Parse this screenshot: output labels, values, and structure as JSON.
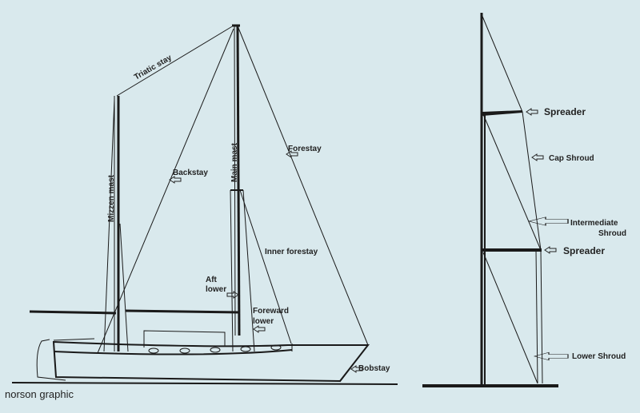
{
  "left_diagram": {
    "labels": {
      "triatic_stay": "Triatic stay",
      "mizzen_mast": "Mizzen mast",
      "main_mast": "Main mast",
      "backstay": "Backstay",
      "forestay": "Forestay",
      "inner_forestay": "Inner forestay",
      "aft_lower_1": "Aft",
      "aft_lower_2": "lower",
      "foreward_lower_1": "Foreward",
      "foreward_lower_2": "lower",
      "bobstay": "Bobstay"
    }
  },
  "right_diagram": {
    "labels": {
      "spreader_upper": "Spreader",
      "cap_shroud": "Cap Shroud",
      "intermediate_1": "Intermediate",
      "intermediate_2": "Shroud",
      "spreader_lower": "Spreader",
      "lower_shroud": "Lower Shroud"
    }
  },
  "credit": "norson graphic",
  "colors": {
    "background": "#d9e9ed",
    "lines": "#1a1a1a"
  }
}
